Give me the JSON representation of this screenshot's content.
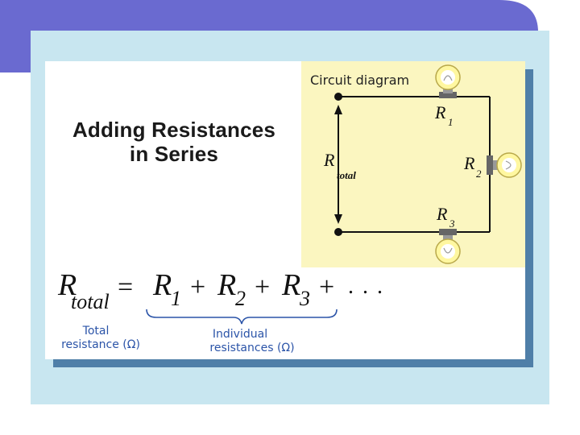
{
  "slide": {
    "title_line1": "Adding Resistances",
    "title_line2": "in Series"
  },
  "diagram": {
    "caption": "Circuit diagram",
    "r_total_label": "R",
    "r_total_sub": "total",
    "resistors": [
      {
        "letter": "R",
        "sub": "1"
      },
      {
        "letter": "R",
        "sub": "2"
      },
      {
        "letter": "R",
        "sub": "3"
      }
    ]
  },
  "equation": {
    "lhs": "R",
    "lhs_sub": "total",
    "equals": "=",
    "terms": [
      {
        "letter": "R",
        "sub": "1"
      },
      {
        "letter": "R",
        "sub": "2"
      },
      {
        "letter": "R",
        "sub": "3"
      }
    ],
    "plus": "+",
    "ellipsis": ". . .",
    "total_note_line1": "Total",
    "total_note_line2": "resistance (Ω)",
    "individual_note_line1": "Individual",
    "individual_note_line2": "resistances (Ω)"
  },
  "colors": {
    "header": "#6a6ad0",
    "panel": "#c8e6f0",
    "diagram_bg": "#fbf6c0",
    "note_blue": "#2b54a8"
  }
}
